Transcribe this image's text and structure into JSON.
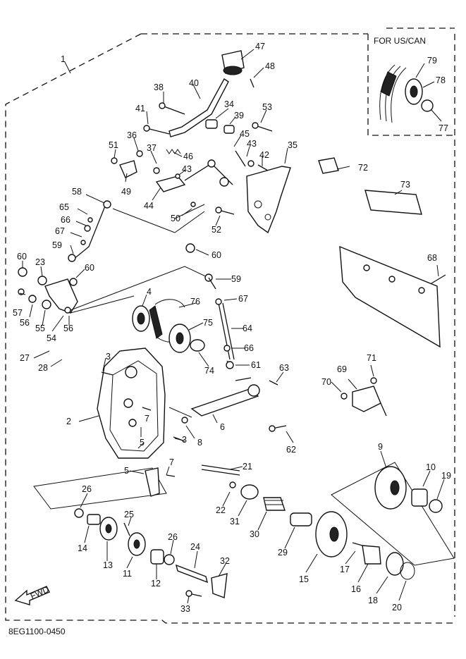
{
  "region_label": "FOR US/CAN",
  "diagram_code": "8EG1100-0450",
  "fwd_label": "FWD",
  "callouts": [
    {
      "id": "c1",
      "text": "1"
    },
    {
      "id": "c2",
      "text": "2"
    },
    {
      "id": "c3a",
      "text": "3"
    },
    {
      "id": "c3b",
      "text": "3"
    },
    {
      "id": "c4",
      "text": "4"
    },
    {
      "id": "c5a",
      "text": "5"
    },
    {
      "id": "c5b",
      "text": "5"
    },
    {
      "id": "c6",
      "text": "6"
    },
    {
      "id": "c7a",
      "text": "7"
    },
    {
      "id": "c7b",
      "text": "7"
    },
    {
      "id": "c8",
      "text": "8"
    },
    {
      "id": "c9",
      "text": "9"
    },
    {
      "id": "c10",
      "text": "10"
    },
    {
      "id": "c11",
      "text": "11"
    },
    {
      "id": "c12",
      "text": "12"
    },
    {
      "id": "c13",
      "text": "13"
    },
    {
      "id": "c14",
      "text": "14"
    },
    {
      "id": "c15",
      "text": "15"
    },
    {
      "id": "c16",
      "text": "16"
    },
    {
      "id": "c17",
      "text": "17"
    },
    {
      "id": "c18",
      "text": "18"
    },
    {
      "id": "c19",
      "text": "19"
    },
    {
      "id": "c20",
      "text": "20"
    },
    {
      "id": "c21",
      "text": "21"
    },
    {
      "id": "c22",
      "text": "22"
    },
    {
      "id": "c23",
      "text": "23"
    },
    {
      "id": "c24",
      "text": "24"
    },
    {
      "id": "c25",
      "text": "25"
    },
    {
      "id": "c26a",
      "text": "26"
    },
    {
      "id": "c26b",
      "text": "26"
    },
    {
      "id": "c27",
      "text": "27"
    },
    {
      "id": "c28",
      "text": "28"
    },
    {
      "id": "c29",
      "text": "29"
    },
    {
      "id": "c30",
      "text": "30"
    },
    {
      "id": "c31",
      "text": "31"
    },
    {
      "id": "c32",
      "text": "32"
    },
    {
      "id": "c33",
      "text": "33"
    },
    {
      "id": "c34",
      "text": "34"
    },
    {
      "id": "c35",
      "text": "35"
    },
    {
      "id": "c36",
      "text": "36"
    },
    {
      "id": "c37",
      "text": "37"
    },
    {
      "id": "c38",
      "text": "38"
    },
    {
      "id": "c39",
      "text": "39"
    },
    {
      "id": "c40",
      "text": "40"
    },
    {
      "id": "c41",
      "text": "41"
    },
    {
      "id": "c42",
      "text": "42"
    },
    {
      "id": "c43a",
      "text": "43"
    },
    {
      "id": "c43b",
      "text": "43"
    },
    {
      "id": "c44",
      "text": "44"
    },
    {
      "id": "c45",
      "text": "45"
    },
    {
      "id": "c46",
      "text": "46"
    },
    {
      "id": "c47",
      "text": "47"
    },
    {
      "id": "c48",
      "text": "48"
    },
    {
      "id": "c49",
      "text": "49"
    },
    {
      "id": "c50",
      "text": "50"
    },
    {
      "id": "c51",
      "text": "51"
    },
    {
      "id": "c52",
      "text": "52"
    },
    {
      "id": "c53",
      "text": "53"
    },
    {
      "id": "c54",
      "text": "54"
    },
    {
      "id": "c55",
      "text": "55"
    },
    {
      "id": "c56a",
      "text": "56"
    },
    {
      "id": "c56b",
      "text": "56"
    },
    {
      "id": "c57",
      "text": "57"
    },
    {
      "id": "c58",
      "text": "58"
    },
    {
      "id": "c59a",
      "text": "59"
    },
    {
      "id": "c59b",
      "text": "59"
    },
    {
      "id": "c60a",
      "text": "60"
    },
    {
      "id": "c60b",
      "text": "60"
    },
    {
      "id": "c60c",
      "text": "60"
    },
    {
      "id": "c61",
      "text": "61"
    },
    {
      "id": "c62",
      "text": "62"
    },
    {
      "id": "c63",
      "text": "63"
    },
    {
      "id": "c64",
      "text": "64"
    },
    {
      "id": "c65",
      "text": "65"
    },
    {
      "id": "c66a",
      "text": "66"
    },
    {
      "id": "c66b",
      "text": "66"
    },
    {
      "id": "c67a",
      "text": "67"
    },
    {
      "id": "c67b",
      "text": "67"
    },
    {
      "id": "c68",
      "text": "68"
    },
    {
      "id": "c69",
      "text": "69"
    },
    {
      "id": "c70",
      "text": "70"
    },
    {
      "id": "c71",
      "text": "71"
    },
    {
      "id": "c72",
      "text": "72"
    },
    {
      "id": "c73",
      "text": "73"
    },
    {
      "id": "c74",
      "text": "74"
    },
    {
      "id": "c75",
      "text": "75"
    },
    {
      "id": "c76",
      "text": "76"
    },
    {
      "id": "c77",
      "text": "77"
    },
    {
      "id": "c78",
      "text": "78"
    },
    {
      "id": "c79",
      "text": "79"
    }
  ]
}
